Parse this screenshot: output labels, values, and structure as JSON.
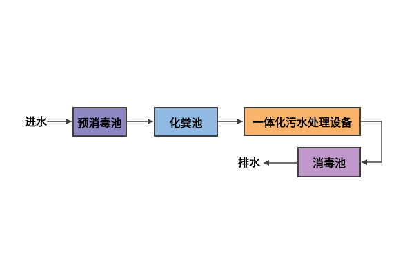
{
  "diagram": {
    "title": "sewage-treatment-process-flow",
    "background_color": "#ffffff",
    "line_color": "#404040",
    "text_color": "#000000",
    "labels": {
      "inlet": "进水",
      "outlet": "排水"
    },
    "nodes": [
      {
        "id": "pre-disinfection-tank",
        "label": "预消毒池",
        "fill": "#8d87c2",
        "border": "#404040"
      },
      {
        "id": "septic-tank",
        "label": "化粪池",
        "fill": "#90bae4",
        "border": "#404040"
      },
      {
        "id": "integrated-treatment-unit",
        "label": "一体化污水处理设备",
        "fill": "#f9b36b",
        "border": "#404040"
      },
      {
        "id": "disinfection-tank",
        "label": "消毒池",
        "fill": "#c098cc",
        "border": "#404040"
      }
    ],
    "edges": [
      {
        "from": "进水",
        "to": "预消毒池"
      },
      {
        "from": "预消毒池",
        "to": "化粪池"
      },
      {
        "from": "化粪池",
        "to": "一体化污水处理设备"
      },
      {
        "from": "一体化污水处理设备",
        "to": "消毒池"
      },
      {
        "from": "消毒池",
        "to": "排水"
      }
    ]
  }
}
